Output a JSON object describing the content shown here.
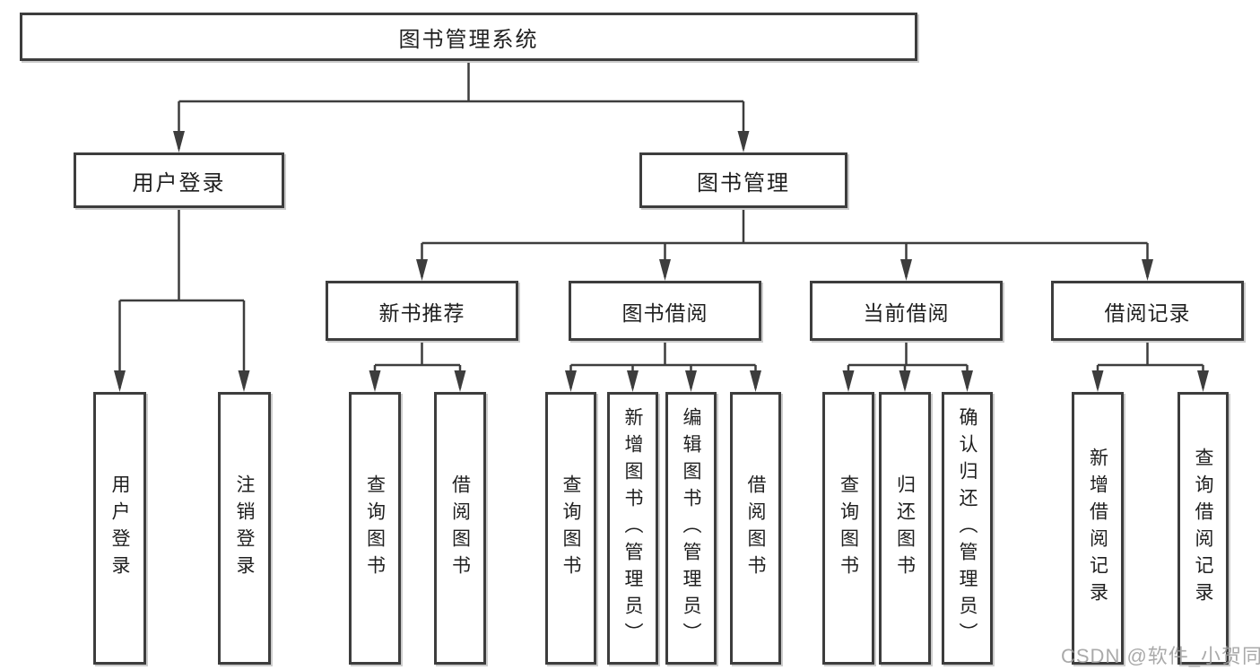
{
  "diagram_type": "hierarchy-tree",
  "colors": {
    "background": "#ffffff",
    "line": "#3d3d3d",
    "box_border": "#3d3d3d",
    "box_fill": "#ffffff",
    "text": "#1f1f1f",
    "watermark": "#9e9e9e"
  },
  "tree": {
    "label": "图书管理系统",
    "children": [
      {
        "label": "用户登录",
        "children": [
          {
            "label": "用户登录"
          },
          {
            "label": "注销登录"
          }
        ]
      },
      {
        "label": "图书管理",
        "children": [
          {
            "label": "新书推荐",
            "children": [
              {
                "label": "查询图书"
              },
              {
                "label": "借阅图书"
              }
            ]
          },
          {
            "label": "图书借阅",
            "children": [
              {
                "label": "查询图书"
              },
              {
                "label": "新增图书（管理员）"
              },
              {
                "label": "编辑图书（管理员）"
              },
              {
                "label": "借阅图书"
              }
            ]
          },
          {
            "label": "当前借阅",
            "children": [
              {
                "label": "查询图书"
              },
              {
                "label": "归还图书"
              },
              {
                "label": "确认归还（管理员）"
              }
            ]
          },
          {
            "label": "借阅记录",
            "children": [
              {
                "label": "新增借阅记录"
              },
              {
                "label": "查询借阅记录"
              }
            ]
          }
        ]
      }
    ]
  },
  "watermark": {
    "text": "CSDN @软件_小贺同学"
  }
}
